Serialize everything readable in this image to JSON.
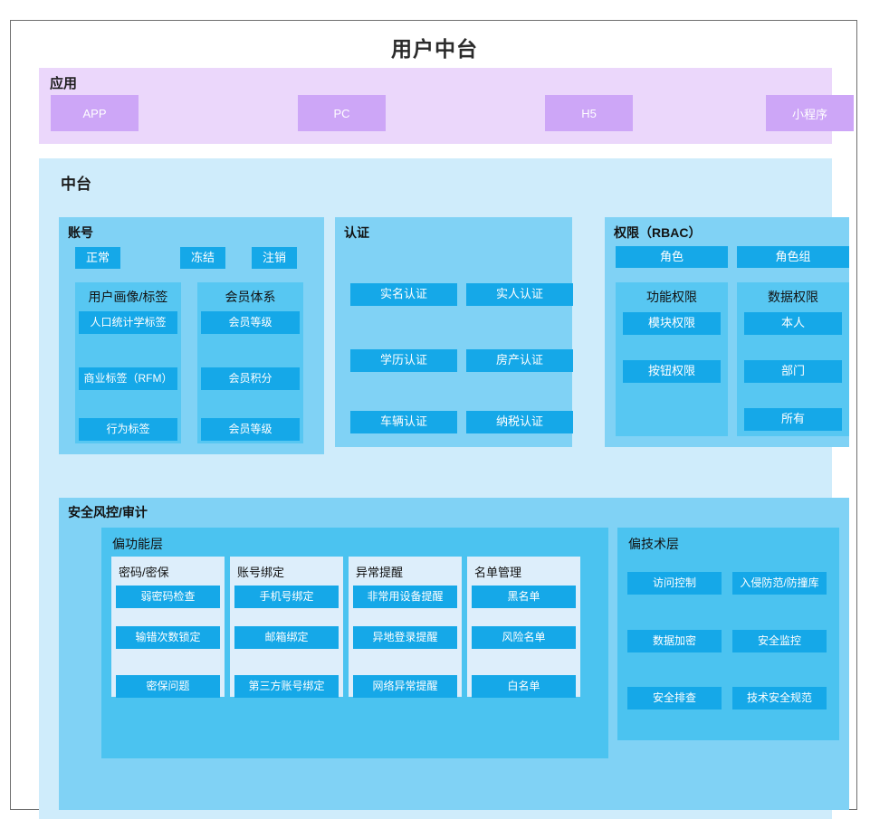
{
  "page": {
    "title": "用户中台"
  },
  "application": {
    "title": "应用",
    "channels": [
      {
        "label": "APP"
      },
      {
        "label": "PC"
      },
      {
        "label": "H5"
      },
      {
        "label": "小程序"
      }
    ]
  },
  "middle_platform": {
    "title": "中台",
    "account": {
      "title": "账号",
      "statuses": [
        {
          "label": "正常"
        },
        {
          "label": "冻结"
        },
        {
          "label": "注销"
        }
      ],
      "profile": {
        "title": "用户画像/标签",
        "items": [
          {
            "label": "人口统计学标签"
          },
          {
            "label": "商业标签（RFM）"
          },
          {
            "label": "行为标签"
          }
        ]
      },
      "membership": {
        "title": "会员体系",
        "items": [
          {
            "label": "会员等级"
          },
          {
            "label": "会员积分"
          },
          {
            "label": "会员等级"
          }
        ]
      }
    },
    "authentication": {
      "title": "认证",
      "rows": [
        {
          "left": "实名认证",
          "right": "实人认证"
        },
        {
          "left": "学历认证",
          "right": "房产认证"
        },
        {
          "left": "车辆认证",
          "right": "纳税认证"
        }
      ]
    },
    "permission": {
      "title": "权限（RBAC）",
      "roles": [
        {
          "label": "角色"
        },
        {
          "label": "角色组"
        }
      ],
      "function_permission": {
        "title": "功能权限",
        "items": [
          {
            "label": "模块权限"
          },
          {
            "label": "按钮权限"
          }
        ]
      },
      "data_permission": {
        "title": "数据权限",
        "items": [
          {
            "label": "本人"
          },
          {
            "label": "部门"
          },
          {
            "label": "所有"
          }
        ]
      }
    },
    "security": {
      "title": "安全风控/审计",
      "functional_layer": {
        "title": "偏功能层",
        "cards": [
          {
            "title": "密码/密保",
            "items": [
              {
                "label": "弱密码检查"
              },
              {
                "label": "输错次数锁定"
              },
              {
                "label": "密保问题"
              }
            ]
          },
          {
            "title": "账号绑定",
            "items": [
              {
                "label": "手机号绑定"
              },
              {
                "label": "邮箱绑定"
              },
              {
                "label": "第三方账号绑定"
              }
            ]
          },
          {
            "title": "异常提醒",
            "items": [
              {
                "label": "非常用设备提醒"
              },
              {
                "label": "异地登录提醒"
              },
              {
                "label": "网络异常提醒"
              }
            ]
          },
          {
            "title": "名单管理",
            "items": [
              {
                "label": "黑名单"
              },
              {
                "label": "风险名单"
              },
              {
                "label": "白名单"
              }
            ]
          }
        ]
      },
      "technical_layer": {
        "title": "偏技术层",
        "rows": [
          {
            "left": "访问控制",
            "right": "入侵防范/防撞库"
          },
          {
            "left": "数据加密",
            "right": "安全监控"
          },
          {
            "left": "安全排查",
            "right": "技术安全规范"
          }
        ]
      }
    }
  },
  "colors": {
    "frame_border": "#6f6f6f",
    "app_band": "#ebd7fb",
    "app_chip": "#cda6f7",
    "mid_band": "#cfecfb",
    "group_panel": "#80d2f5",
    "sub_panel": "#57c7f2",
    "layer_panel": "#4bc3f0",
    "card": "#ddeefb",
    "chip": "#15a8e8",
    "chip_text": "#ffffff"
  }
}
